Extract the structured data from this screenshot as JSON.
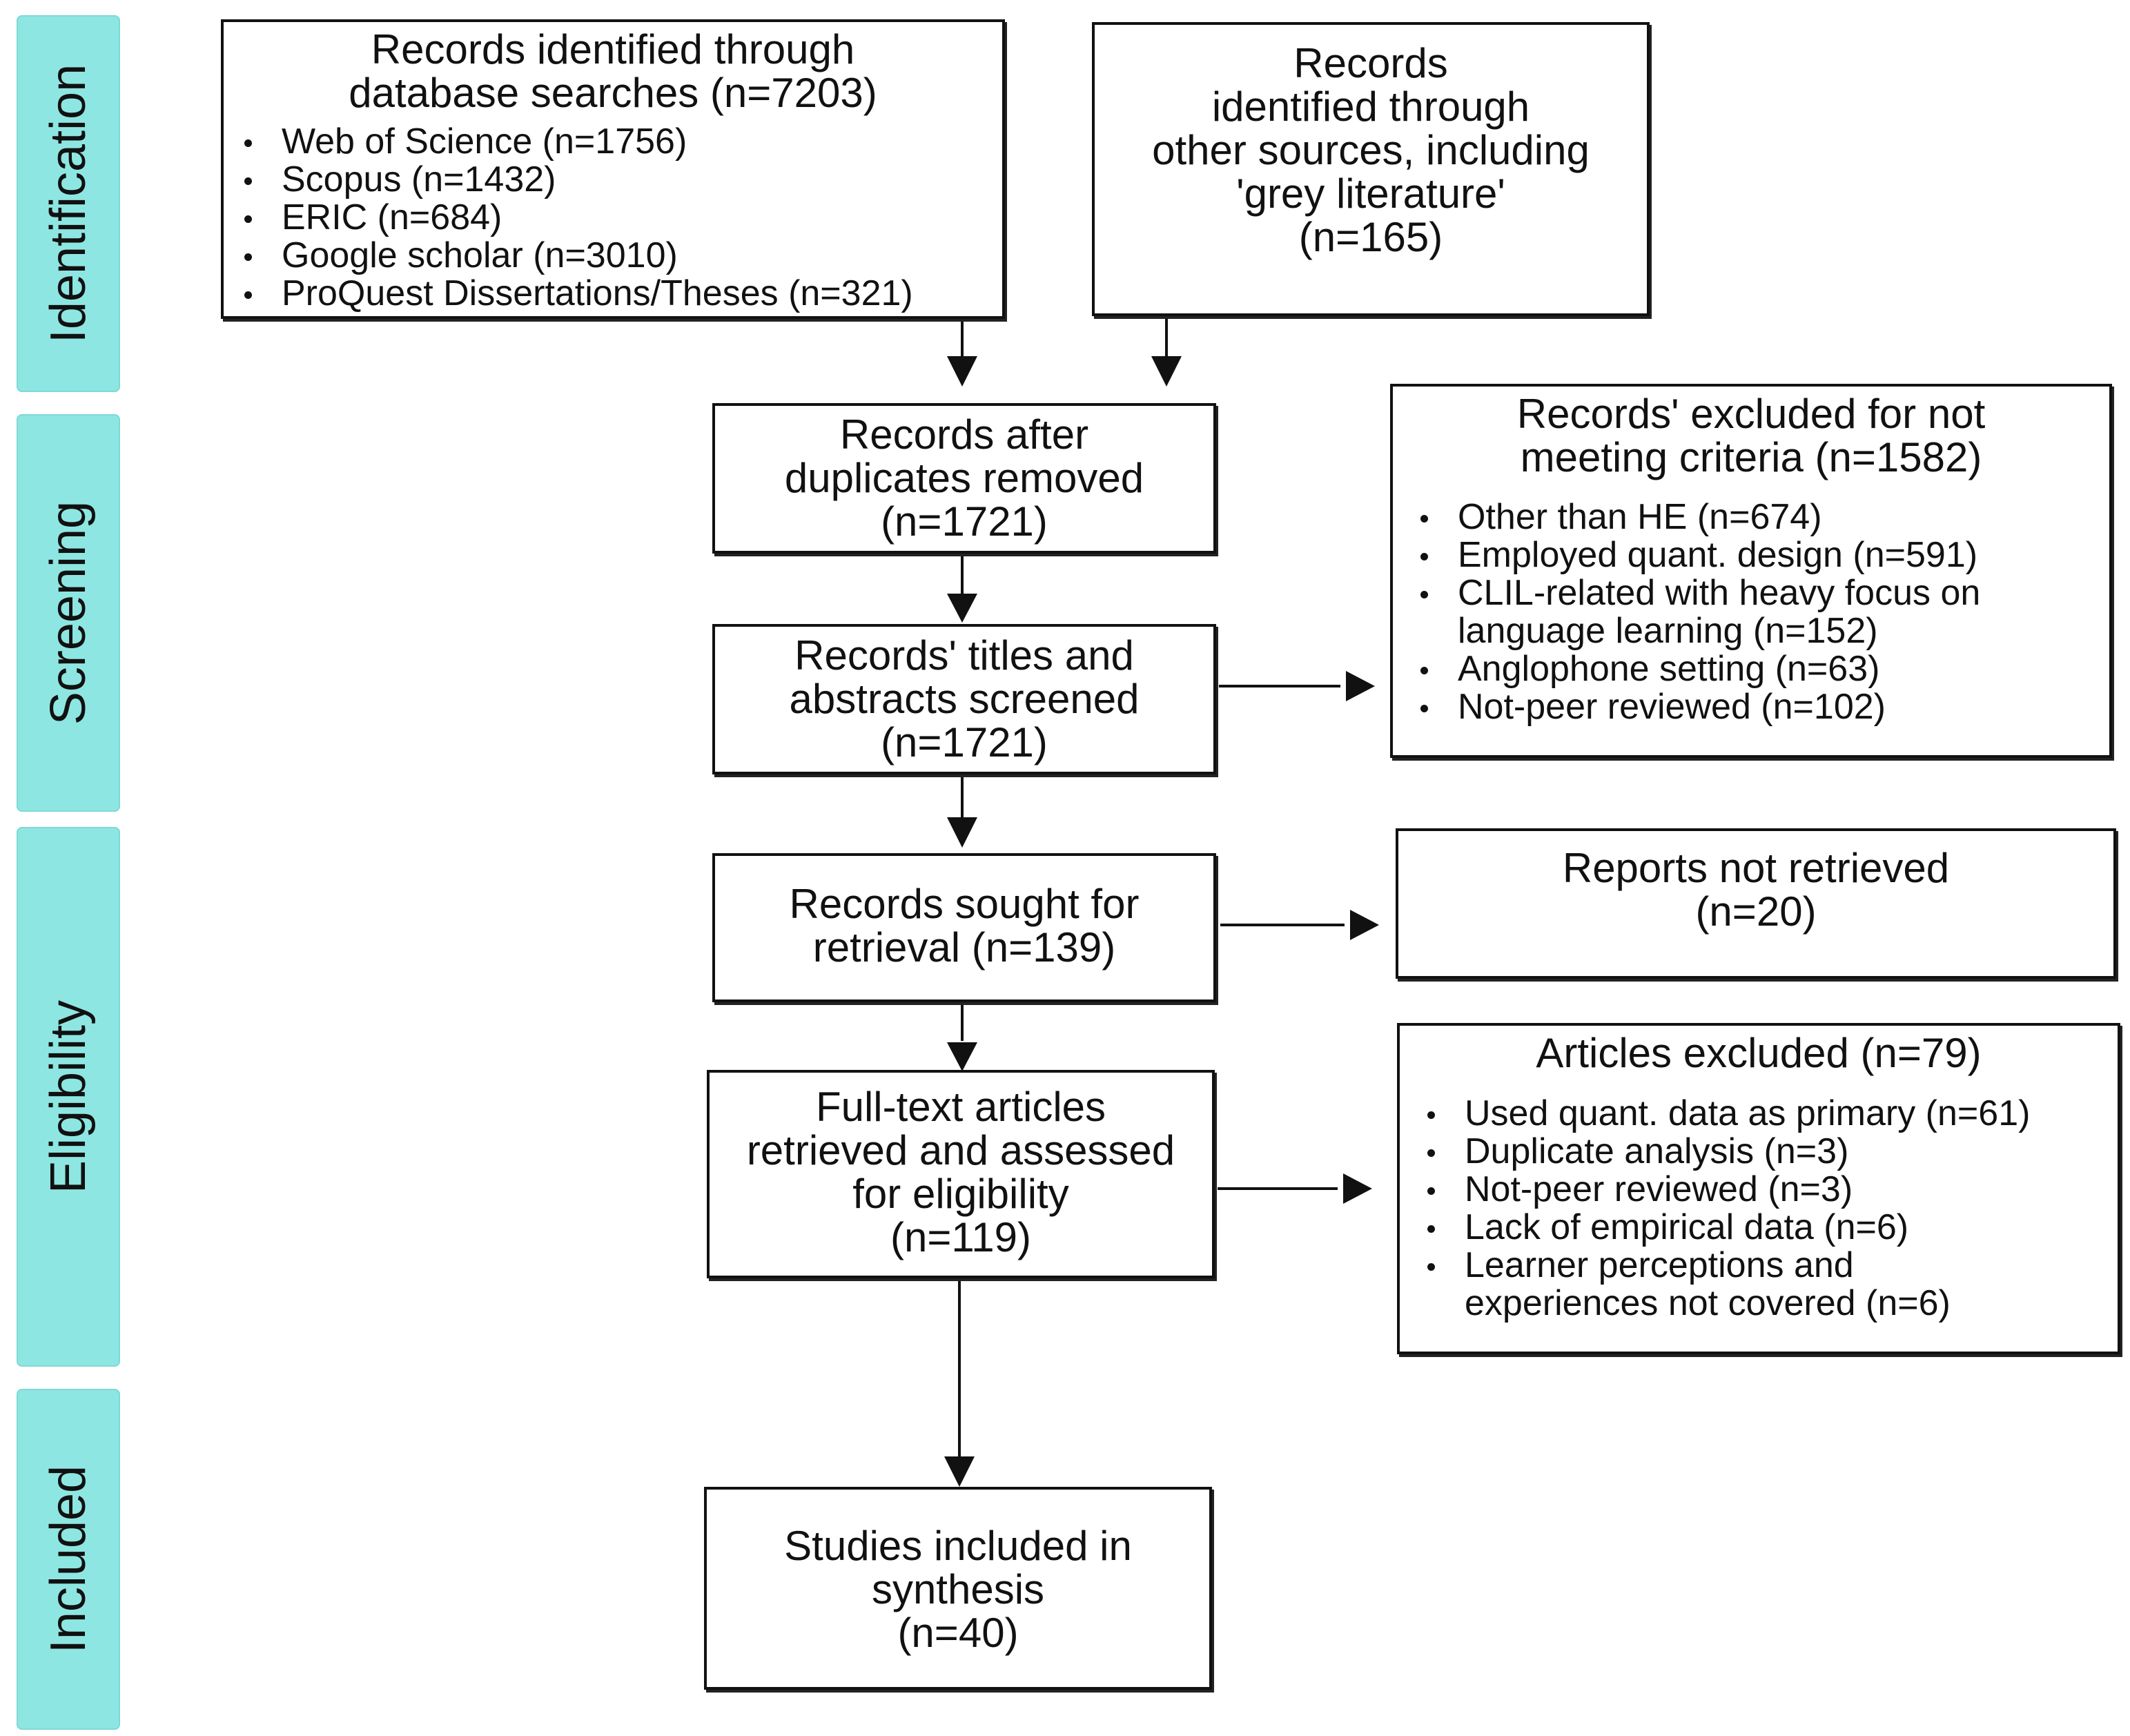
{
  "stages": {
    "identification": "Identification",
    "screening": "Screening",
    "eligibility": "Eligibility",
    "included": "Included"
  },
  "boxes": {
    "database_search": {
      "title": "Records identified through\ndatabase searches (n=7203)",
      "items": [
        "Web of Science (n=1756)",
        "Scopus (n=1432)",
        "ERIC (n=684)",
        "Google scholar (n=3010)",
        "ProQuest Dissertations/Theses (n=321)"
      ]
    },
    "other_sources": {
      "title": "Records\nidentified through\nother sources, including\n'grey literature'\n(n=165)"
    },
    "duplicates_removed": {
      "title": "Records after\nduplicates removed\n(n=1721)"
    },
    "titles_screened": {
      "title": "Records' titles and\nabstracts screened\n(n=1721)"
    },
    "excluded_criteria": {
      "title": "Records' excluded for not\nmeeting criteria (n=1582)",
      "items": [
        "Other than HE (n=674)",
        "Employed quant. design (n=591)",
        "CLIL-related with heavy focus on",
        "Anglophone setting (n=63)",
        "Not-peer reviewed (n=102)"
      ],
      "item_continuation": "language learning (n=152)"
    },
    "sought_retrieval": {
      "title": "Records sought for\nretrieval (n=139)"
    },
    "not_retrieved": {
      "title": "Reports not retrieved\n(n=20)"
    },
    "full_text_assessed": {
      "title": "Full-text articles\nretrieved and assessed\nfor eligibility\n(n=119)"
    },
    "articles_excluded": {
      "title": "Articles excluded (n=79)",
      "items": [
        "Used quant. data as primary (n=61)",
        "Duplicate analysis (n=3)",
        "Not-peer reviewed (n=3)",
        "Lack of empirical data (n=6)",
        "Learner perceptions and"
      ],
      "item_continuation": "experiences not covered (n=6)"
    },
    "studies_included": {
      "title": "Studies included in\nsynthesis\n(n=40)"
    }
  },
  "colors": {
    "stage_fill": "#8ee6e2",
    "border": "#111111",
    "background": "#ffffff"
  }
}
